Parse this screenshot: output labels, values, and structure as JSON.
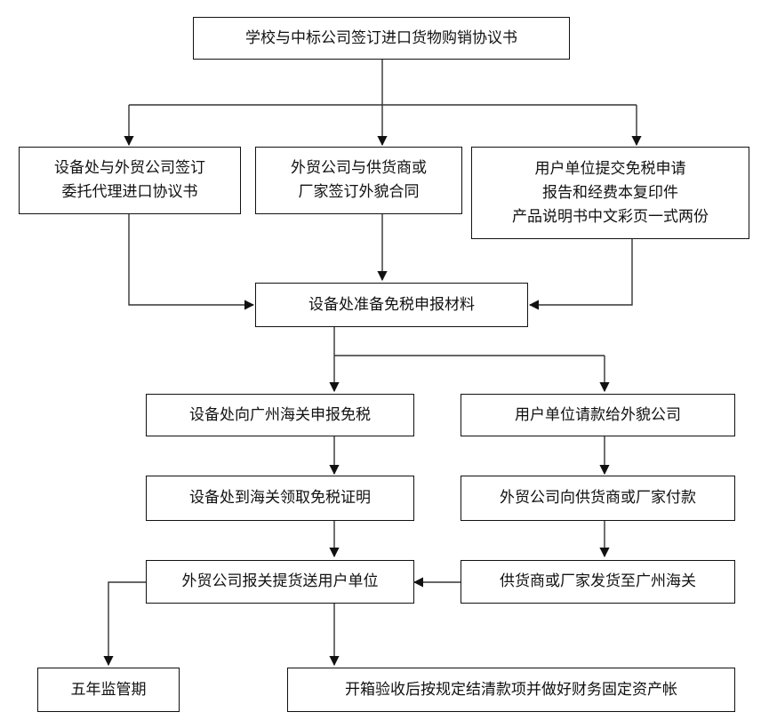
{
  "nodes": {
    "top": "学校与中标公司签订进口货物购销协议书",
    "left_top": [
      "设备处与外贸公司签订",
      "委托代理进口协议书"
    ],
    "mid_top": [
      "外贸公司与供货商或",
      "厂家签订外貌合同"
    ],
    "right_top": [
      "用户单位提交免税申请",
      "报告和经费本复印件",
      "产品说明书中文彩页一式两份"
    ],
    "prepare": "设备处准备免税申报材料",
    "declare": "设备处向广州海关申报免税",
    "collect_cert": "设备处到海关领取免税证明",
    "deliver": "外贸公司报关提货送用户单位",
    "request_payment": "用户单位请款给外貌公司",
    "pay_supplier": "外贸公司向供货商或厂家付款",
    "ship": "供货商或厂家发货至广州海关",
    "supervise": "五年监管期",
    "settle": "开箱验收后按规定结清款项并做好财务固定资产帐"
  }
}
